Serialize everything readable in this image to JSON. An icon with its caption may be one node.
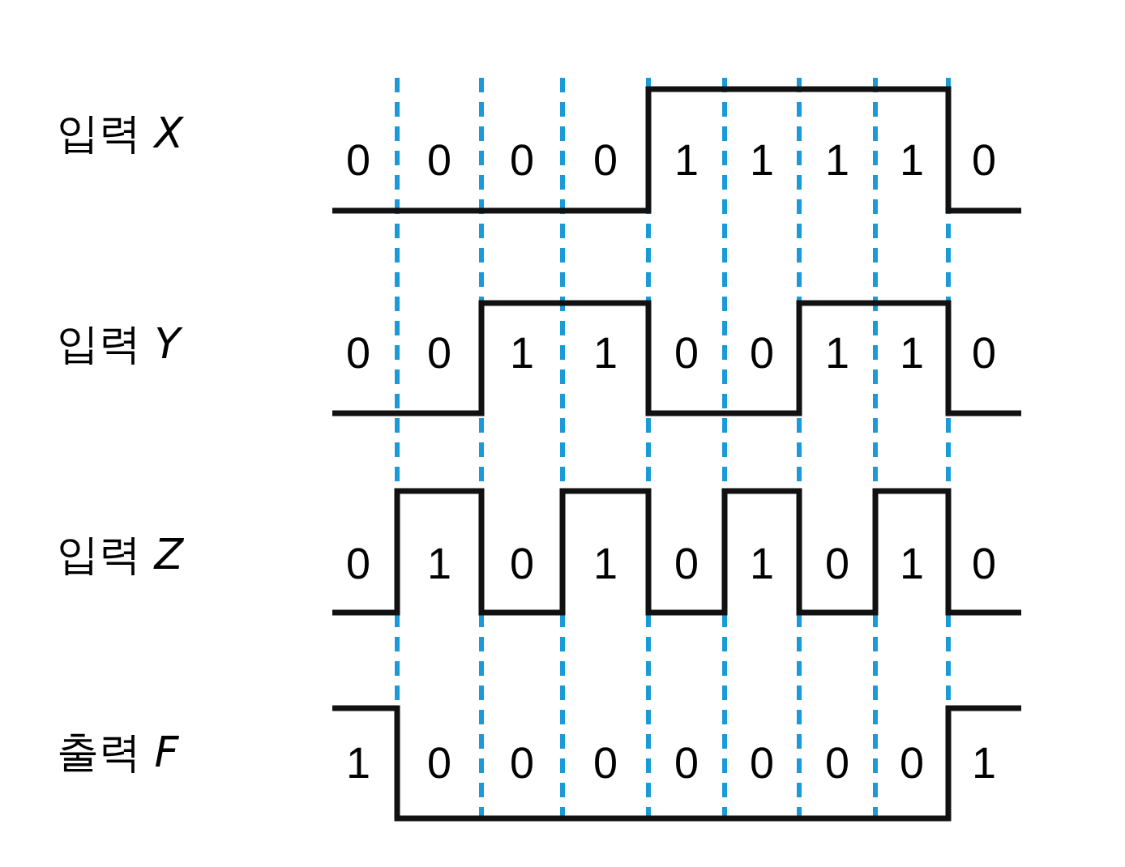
{
  "diagram": {
    "labels": [
      "입력 *X*",
      "0",
      "0",
      "0",
      "0",
      "1",
      "1",
      "1",
      "1",
      "0",
      "입력 *Y*",
      "0",
      "0",
      "1",
      "1",
      "0",
      "0",
      "1",
      "1",
      "0",
      "입력 *Z*",
      "0",
      "1",
      "0",
      "1",
      "0",
      "1",
      "0",
      "1",
      "0",
      "출력 *F*",
      "1",
      "0",
      "0",
      "0",
      "0",
      "0",
      "0",
      "0",
      "1"
    ]
  }
}
